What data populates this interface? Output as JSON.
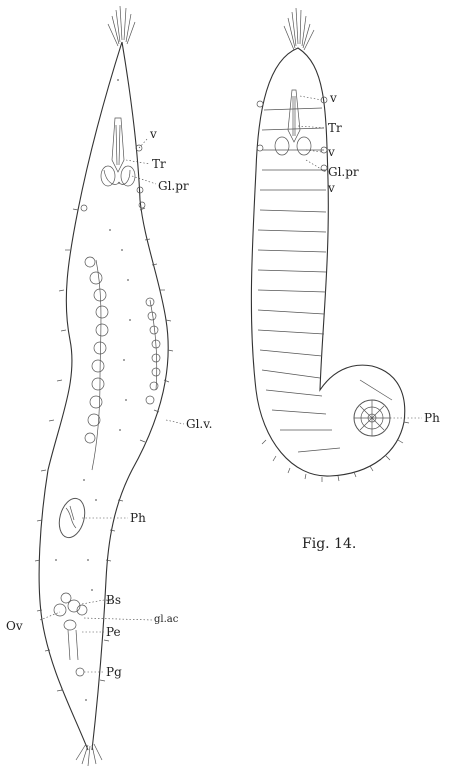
{
  "figure_left": {
    "labels": {
      "v": "v",
      "tr": "Tr",
      "glpr": "Gl.pr",
      "glv": "Gl.v.",
      "ph": "Ph",
      "bs": "Bs",
      "glac": "gl.ac",
      "ov": "Ov",
      "pe": "Pe",
      "pg": "Pg"
    }
  },
  "figure_right": {
    "labels": {
      "v1": "v",
      "tr": "Tr",
      "v2": "v",
      "glpr": "Gl.pr",
      "v3": "v",
      "ph": "Ph"
    },
    "caption": "Fig. 14."
  },
  "colors": {
    "ink": "#2a2a2a",
    "paper": "#ffffff"
  }
}
